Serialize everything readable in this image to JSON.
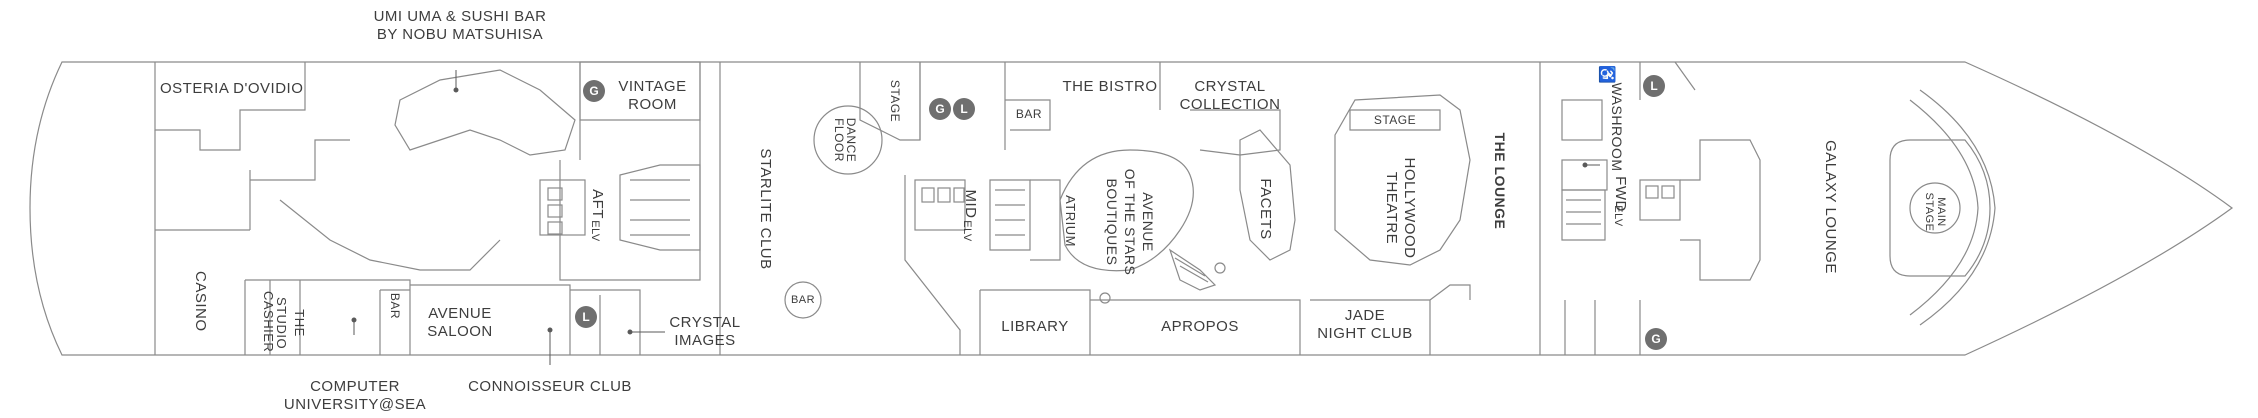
{
  "labels": {
    "umi_uma": "UMI UMA & SUSHI BAR\nBY NOBU MATSUHISA",
    "osteria": "OSTERIA D'OVIDIO",
    "vintage_room": "VINTAGE\nROOM",
    "aft_elv": "AFT",
    "aft_elv_small": "ELV",
    "starlite_club": "STARLITE CLUB",
    "casino": "CASINO",
    "cashier": "CASHIER",
    "the_studio": "THE\nSTUDIO",
    "bar_saloon": "BAR",
    "avenue_saloon": "AVENUE\nSALOON",
    "crystal_images": "CRYSTAL\nIMAGES",
    "computer_university": "COMPUTER\nUNIVERSITY@SEA",
    "connoisseur_club": "CONNOISSEUR CLUB",
    "bar_circle": "BAR",
    "stage_left": "STAGE",
    "dance_floor": "DANCE\nFLOOR",
    "bar_bistro": "BAR",
    "the_bistro": "THE BISTRO",
    "crystal_collection": "CRYSTAL\nCOLLECTION",
    "mid_elv": "MID",
    "mid_elv_small": "ELV",
    "atrium": "ATRIUM",
    "avenue_of_stars": "AVENUE\nOF THE STARS\nBOUTIQUES",
    "facets": "FACETS",
    "stage_theatre": "STAGE",
    "hollywood_theatre": "HOLLYWOOD\nTHEATRE",
    "the_lounge": "THE LOUNGE",
    "washroom": "WASHROOM",
    "fwd_elv": "FWD",
    "fwd_elv_small": "ELV",
    "galaxy_lounge": "GALAXY LOUNGE",
    "main_stage": "MAIN\nSTAGE",
    "library": "LIBRARY",
    "apropos": "APROPOS",
    "jade_night_club": "JADE\nNIGHT CLUB"
  },
  "badges": {
    "g": "G",
    "l": "L"
  },
  "icons": [
    "accessible-icon"
  ],
  "colors": {
    "outline": "#8a8a8a",
    "badge": "#6f6f6f",
    "text": "#3d3d3d",
    "background": "#ffffff"
  }
}
